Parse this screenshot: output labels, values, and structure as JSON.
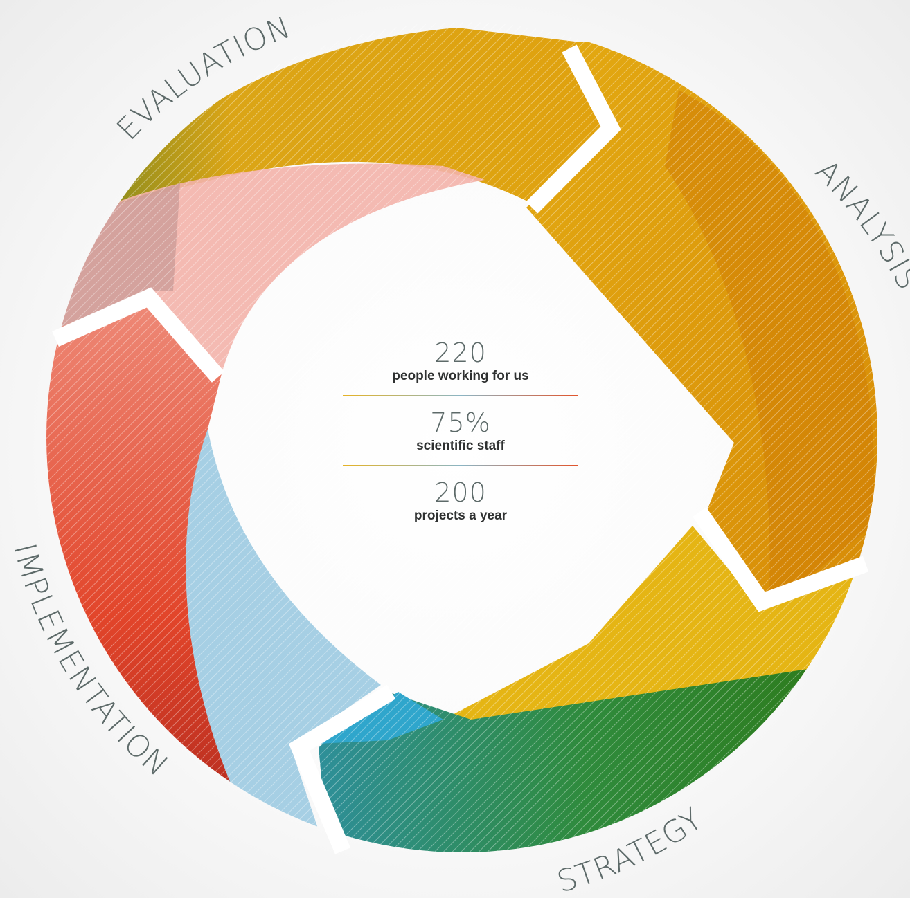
{
  "phases": [
    {
      "label": "ANALYSIS",
      "color": "#e0a210"
    },
    {
      "label": "STRATEGY",
      "color": "#2f8a3e"
    },
    {
      "label": "IMPLEMENTATION",
      "color": "#e24d2e"
    },
    {
      "label": "EVALUATION",
      "color": "#dda315"
    }
  ],
  "stats": [
    {
      "value": "220",
      "caption": "people working for us"
    },
    {
      "value": "75%",
      "caption": "scientific staff"
    },
    {
      "value": "200",
      "caption": "projects a year"
    }
  ],
  "colors": {
    "label_text": "#5d6a69",
    "caption_text": "#2f3131",
    "amber": "#e0a210",
    "green": "#2f7f2a",
    "teal": "#2f9bb4",
    "blue_light": "#a9d1e6",
    "red": "#e24d2e",
    "pink": "#f2aaa2"
  }
}
